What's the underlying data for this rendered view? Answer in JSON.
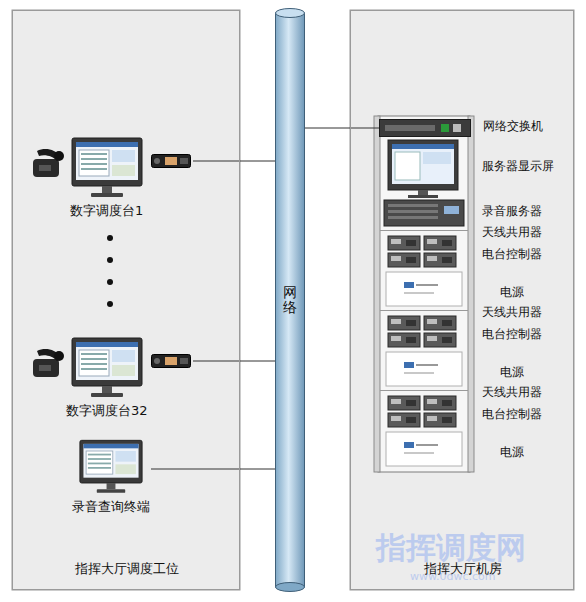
{
  "diagram": {
    "nodes": [
      {
        "text": [
          "指挥大厅调度工位"
        ]
      },
      {
        "text": [
          "指挥大厅机房"
        ]
      },
      {
        "text": [
          "网络"
        ]
      },
      {
        "text": [
          "数字调度台1"
        ],
        "in": 0
      },
      {
        "text": [
          "数字调度台32"
        ],
        "in": 0
      },
      {
        "text": [
          "录音查询终端"
        ],
        "in": 0
      },
      {
        "text": [
          "网络交换机"
        ],
        "in": 1
      }
    ],
    "edges": [
      {
        "from": 3,
        "to": 2,
        "arrow": "none"
      },
      {
        "from": 4,
        "to": 2,
        "arrow": "none"
      },
      {
        "from": 5,
        "to": 2,
        "arrow": "none"
      },
      {
        "from": 2,
        "to": 6,
        "arrow": "none"
      }
    ],
    "labels": [
      "服务器显示屏",
      "录音服务器",
      "天线共用器",
      "电台控制器",
      "电源",
      "天线共用器",
      "电台控制器",
      "电源",
      "天线共用器",
      "电台控制器",
      "电源",
      "指挥调度网",
      "www.0dwc.com"
    ]
  }
}
